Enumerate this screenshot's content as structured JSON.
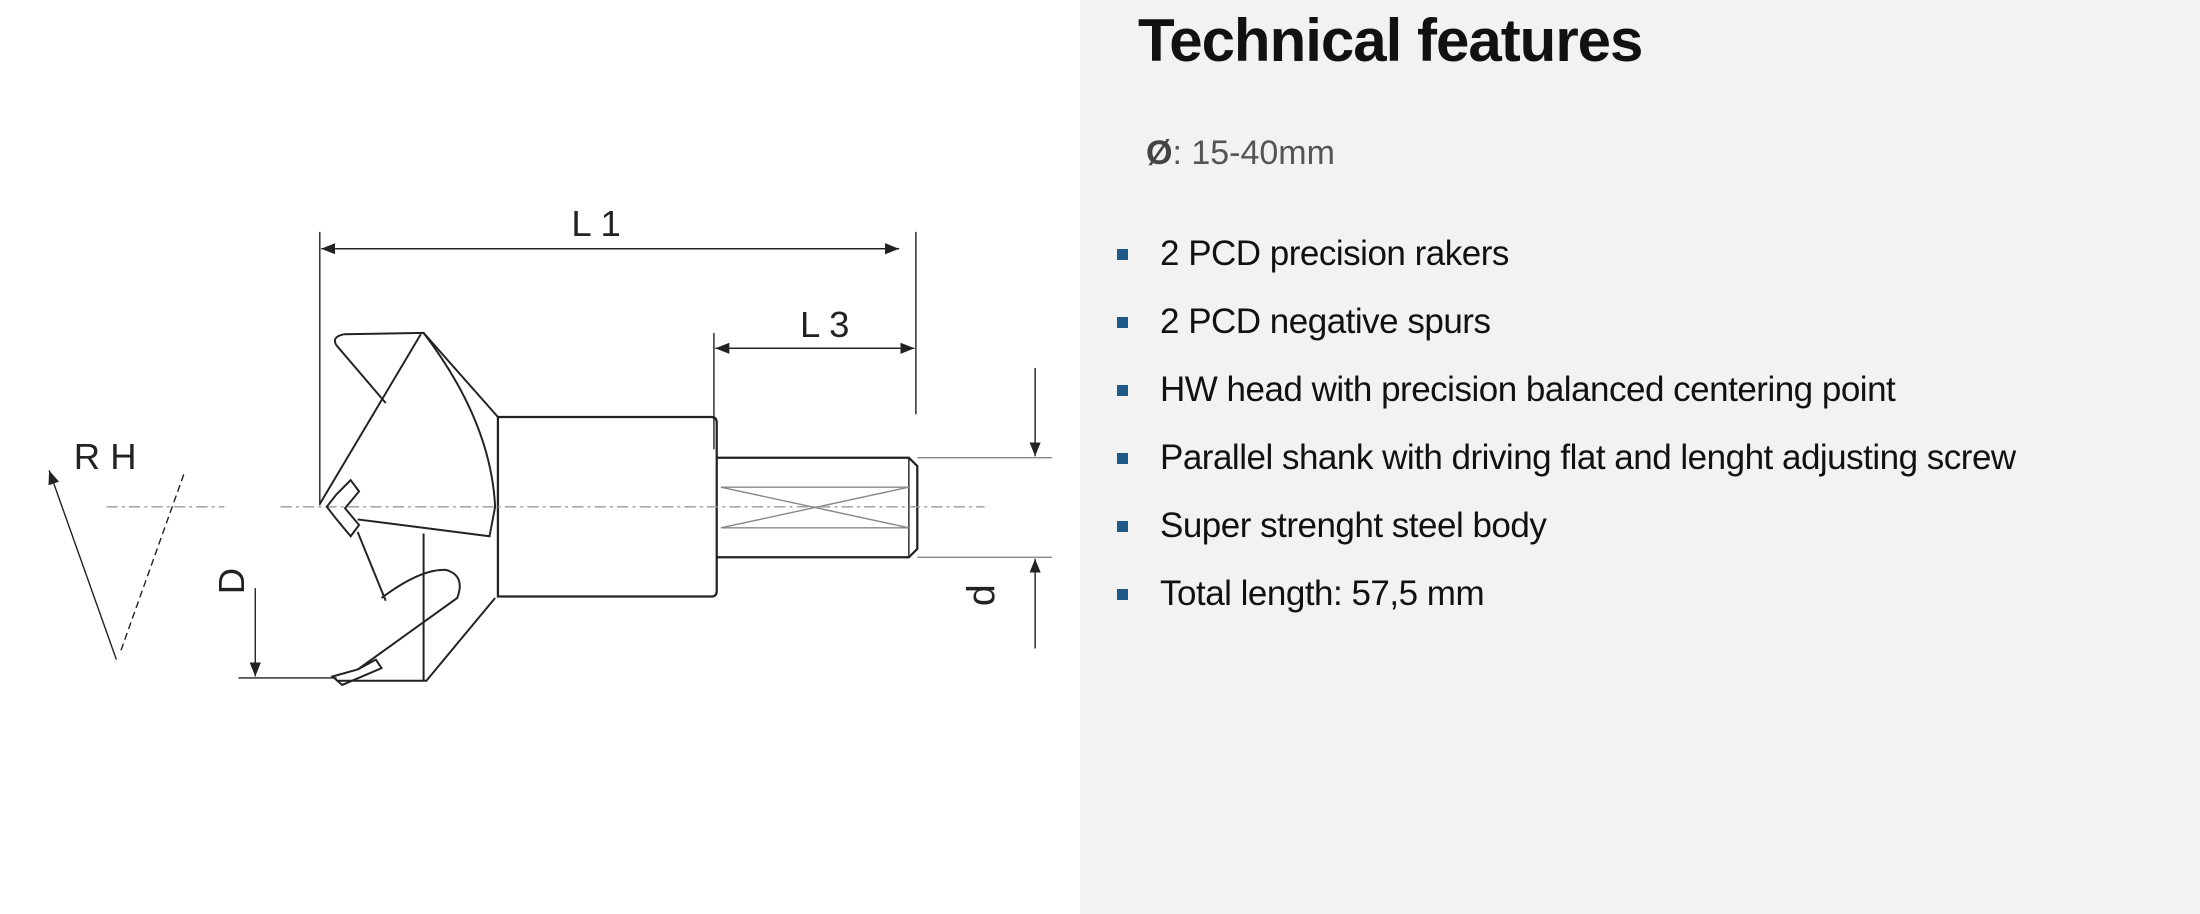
{
  "drawing": {
    "labels": {
      "l1": "L 1",
      "l3": "L 3",
      "d_large": "D",
      "d_small": "d",
      "rh": "R H"
    }
  },
  "features": {
    "title": "Technical features",
    "diameter_symbol": "Ø",
    "diameter_value": ": 15-40mm",
    "items": [
      "2 PCD precision rakers",
      "2 PCD negative spurs",
      "HW head with precision balanced centering point",
      "Parallel shank with driving flat and lenght adjusting screw",
      "Super strenght steel body",
      "Total length: 57,5 mm"
    ],
    "bullet_color": "#1d5a8a"
  }
}
